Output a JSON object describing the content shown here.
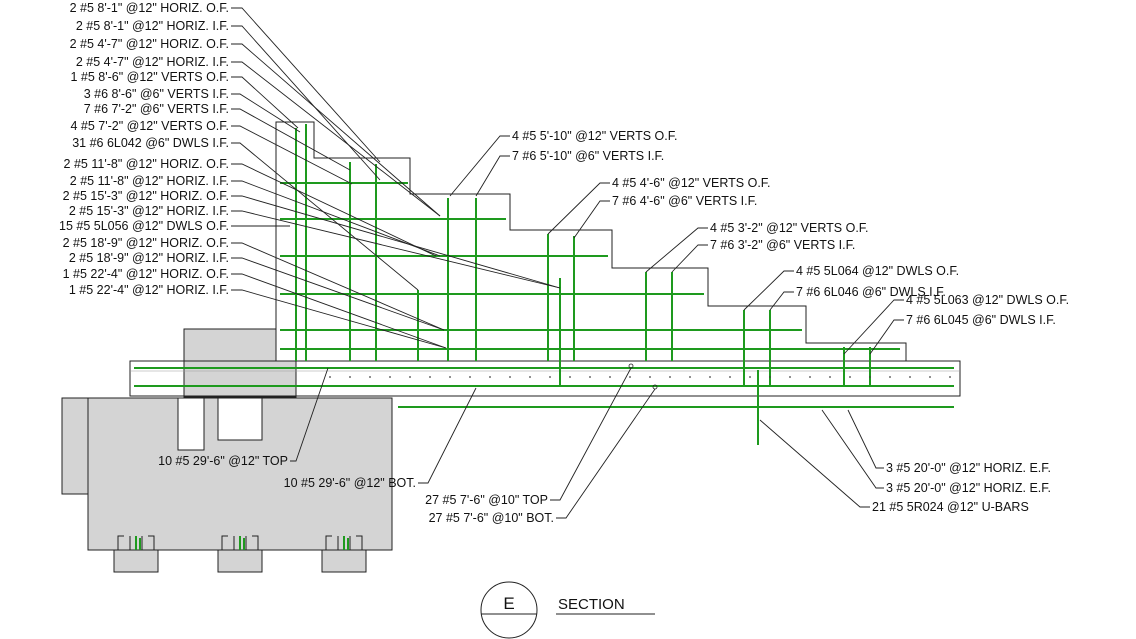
{
  "labels_left": [
    "2 #5 8'-1\" @12\" HORIZ. O.F.",
    "2 #5 8'-1\" @12\" HORIZ. I.F.",
    "2 #5 4'-7\" @12\" HORIZ. O.F.",
    "2 #5 4'-7\" @12\" HORIZ. I.F.",
    "1 #5 8'-6\" @12\" VERTS O.F.",
    "3 #6 8'-6\" @6\" VERTS I.F.",
    "7 #6 7'-2\" @6\" VERTS I.F.",
    "4 #5 7'-2\" @12\" VERTS O.F.",
    "31 #6 6L042 @6\" DWLS I.F.",
    "2 #5 11'-8\" @12\" HORIZ. O.F.",
    "2 #5 11'-8\" @12\" HORIZ. I.F.",
    "2 #5 15'-3\" @12\" HORIZ. O.F.",
    "2 #5 15'-3\" @12\" HORIZ. I.F.",
    "15 #5 5L056 @12\" DWLS O.F.",
    "2 #5 18'-9\" @12\" HORIZ. O.F.",
    "2 #5 18'-9\" @12\" HORIZ. I.F.",
    "1 #5 22'-4\" @12\" HORIZ. O.F.",
    "1 #5 22'-4\" @12\" HORIZ. I.F."
  ],
  "labels_step": [
    "4 #5 5'-10\" @12\" VERTS O.F.",
    "7 #6 5'-10\" @6\" VERTS I.F.",
    "4 #5 4'-6\" @12\" VERTS O.F.",
    "7 #6 4'-6\" @6\" VERTS I.F.",
    "4 #5 3'-2\" @12\" VERTS O.F.",
    "7 #6 3'-2\" @6\" VERTS I.F.",
    "4 #5 5L064 @12\" DWLS O.F.",
    "7 #6 6L046 @6\" DWLS I.F.",
    "4 #5 5L063 @12\" DWLS O.F.",
    "7 #6 6L045 @6\" DWLS I.F."
  ],
  "labels_bottom": [
    "10 #5 29'-6\" @12\" TOP",
    "10 #5 29'-6\" @12\" BOT.",
    "27 #5 7'-6\" @10\" TOP",
    "27 #5 7'-6\" @10\" BOT."
  ],
  "labels_right": [
    "3 #5 20'-0\" @12\" HORIZ. E.F.",
    "3 #5 20'-0\" @12\" HORIZ. E.F.",
    "21 #5 5R024 @12\" U-BARS"
  ],
  "section": {
    "letter": "E",
    "title": "SECTION"
  },
  "colors": {
    "rebar": "#1e9a1e",
    "existing_fill": "#d4d4d4",
    "line": "#222222"
  }
}
